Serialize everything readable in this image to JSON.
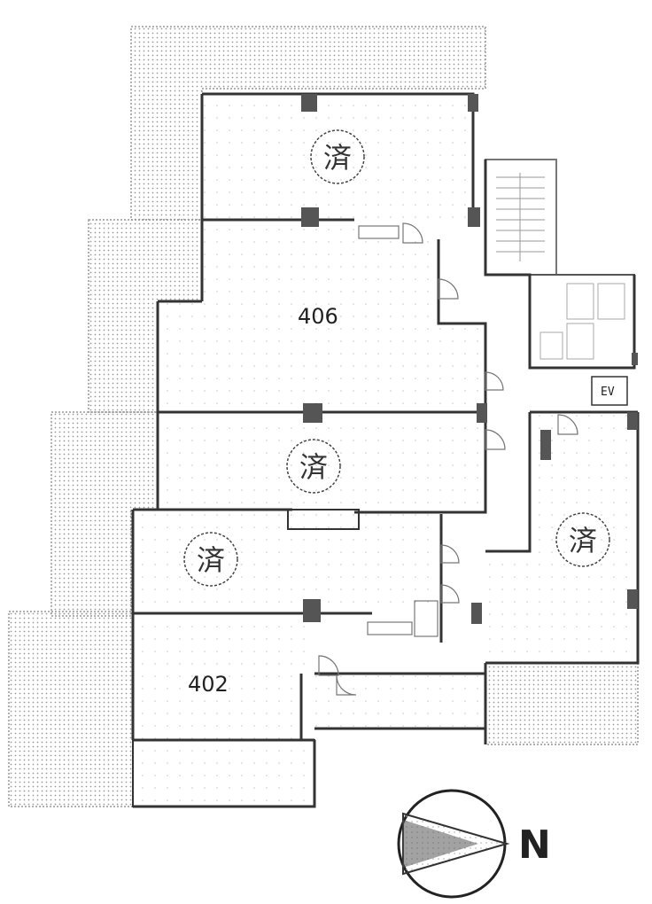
{
  "plan": {
    "units": [
      {
        "id": "406",
        "label": "406",
        "status": ""
      },
      {
        "id": "402",
        "label": "402",
        "status": ""
      },
      {
        "id": "top",
        "label": "",
        "status": "済"
      },
      {
        "id": "mid",
        "label": "",
        "status": "済"
      },
      {
        "id": "lower",
        "label": "",
        "status": "済"
      },
      {
        "id": "east",
        "label": "",
        "status": "済"
      }
    ],
    "elevator_label": "EV",
    "compass_label": "N"
  },
  "colors": {
    "wall": "#333333",
    "column": "#555555",
    "balcony_dots": "#999999",
    "room_dots": "#c8c8c8",
    "compass_fill": "#555555"
  }
}
